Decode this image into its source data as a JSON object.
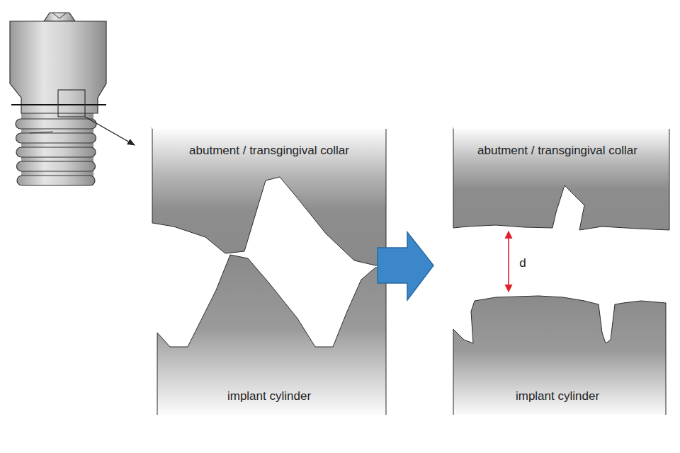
{
  "diagram": {
    "labels": [
      "abutment / transgingival collar",
      "implant cylinder",
      "abutment / transgingival collar",
      "implant cylinder",
      "d"
    ]
  }
}
